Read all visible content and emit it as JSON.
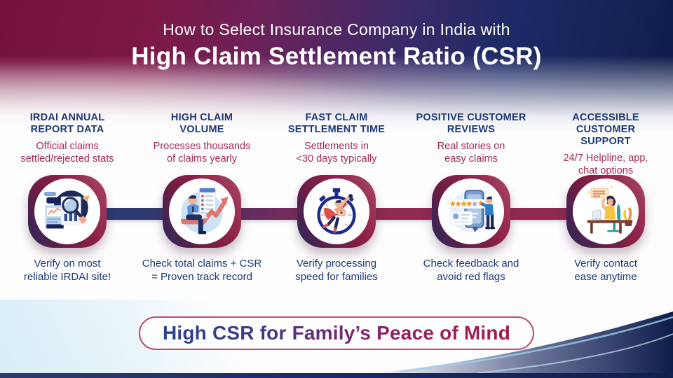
{
  "header": {
    "title_line1": "How to Select Insurance Company in India with",
    "title_line2": "High Claim Settlement Ratio (CSR)"
  },
  "columns": [
    {
      "heading": [
        "IRDAI ANNUAL",
        "REPORT DATA"
      ],
      "subtitle": [
        "Official claims",
        "settled/rejected stats"
      ],
      "note": [
        "Verify on most",
        "reliable IRDAI site!"
      ],
      "icon": "report-analysis-icon"
    },
    {
      "heading": [
        "HIGH CLAIM",
        "VOLUME"
      ],
      "subtitle": [
        "Processes thousands",
        "of claims yearly"
      ],
      "note": [
        "Check total claims + CSR",
        "= Proven track record"
      ],
      "icon": "claims-growth-icon"
    },
    {
      "heading": [
        "FAST CLAIM",
        "SETTLEMENT TIME"
      ],
      "subtitle": [
        "Settlements in",
        "<30 days typically"
      ],
      "note": [
        "Verify processing",
        "speed for families"
      ],
      "icon": "stopwatch-icon"
    },
    {
      "heading": [
        "POSITIVE CUSTOMER",
        "REVIEWS"
      ],
      "subtitle": [
        "Real stories on",
        "easy claims"
      ],
      "note": [
        "Check feedback and",
        "avoid red flags"
      ],
      "icon": "reviews-rating-icon"
    },
    {
      "heading": [
        "ACCESSIBLE CUSTOMER",
        "SUPPORT"
      ],
      "subtitle": [
        "24/7 Helpline, app,",
        "chat options"
      ],
      "note": [
        "Verify contact",
        "ease anytime"
      ],
      "icon": "support-agent-icon"
    }
  ],
  "banner": {
    "text": "High CSR for Family’s Peace of Mind"
  },
  "colors": {
    "header_gradient_left": "#74103a",
    "header_gradient_right": "#0e1c49",
    "heading_text": "#1e3a76",
    "subtitle_text": "#a3295a",
    "note_text": "#1e3a78",
    "timeline_navy": "#2c3b70",
    "timeline_maroon": "#8c2950",
    "badge_gradient_navy": "#242a5d",
    "badge_gradient_maroon": "#8e2148",
    "banner_border": "#bd4e6e",
    "star_orange": "#f59a23",
    "star_muted": "#9db1d4"
  }
}
